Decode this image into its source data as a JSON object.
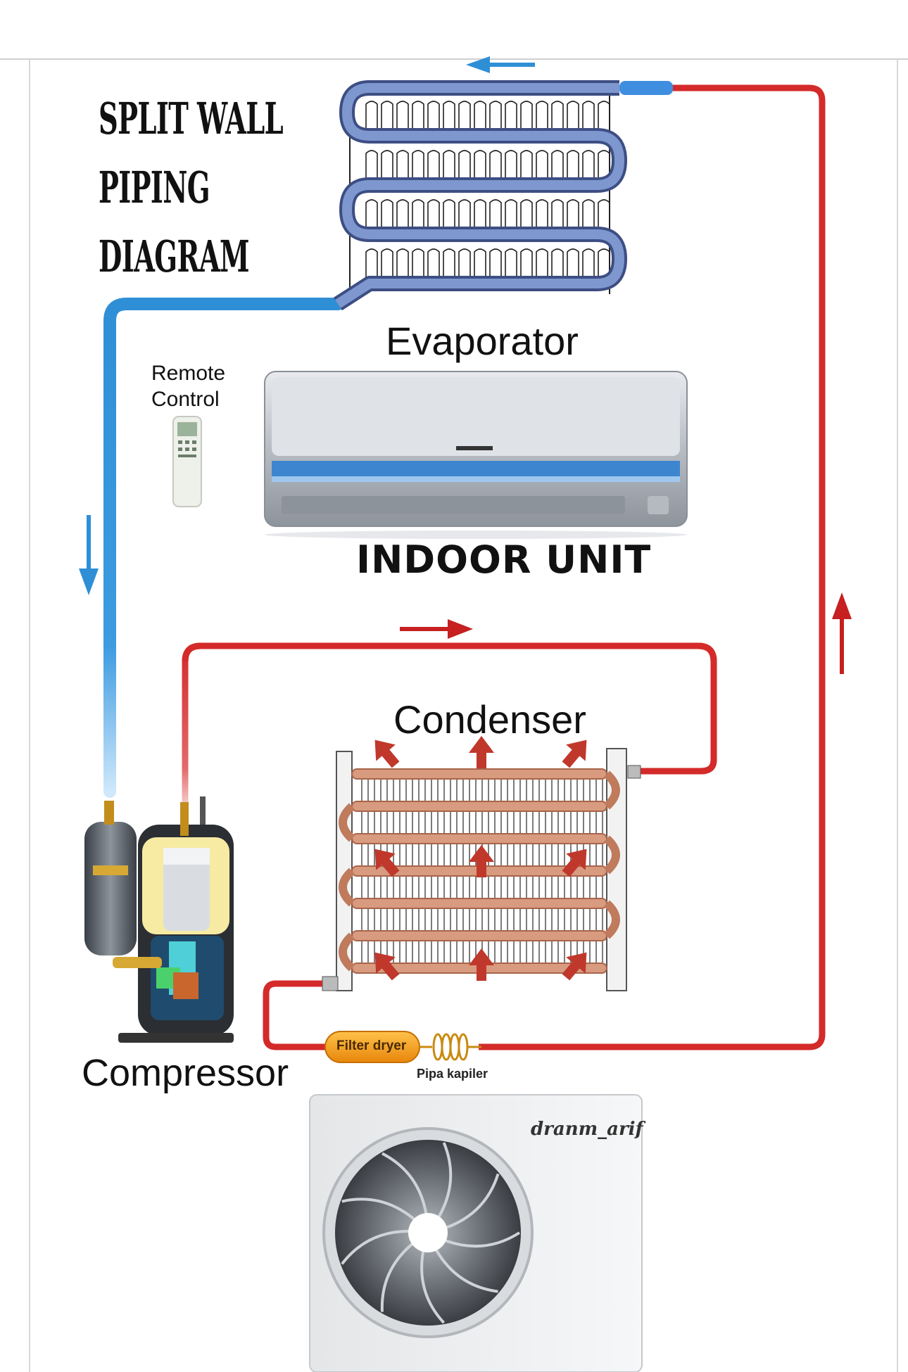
{
  "title": {
    "line1": "SPLIT WALL",
    "line2": "PIPING",
    "line3": "DIAGRAM"
  },
  "labels": {
    "evaporator": "Evaporator",
    "remote_control": "Remote\nControl",
    "indoor_unit": "INDOOR UNIT",
    "condenser": "Condenser",
    "compressor": "Compressor",
    "filter_dryer": "Filter dryer",
    "pipa_kapiler": "Pipa kapiler",
    "brand": "dranm_arif"
  },
  "colors": {
    "suction_line": "#2f8fd6",
    "hot_line": "#d42a2a",
    "evaporator_coil": "#5b76b0",
    "condenser_fin": "#c7846a",
    "flow_arrow_blue": "#2f8fd6",
    "flow_arrow_red": "#c62020"
  },
  "flow_arrows": [
    {
      "name": "evaporator-outlet-arrow",
      "direction": "left",
      "color": "blue"
    },
    {
      "name": "suction-line-arrow",
      "direction": "down",
      "color": "blue"
    },
    {
      "name": "discharge-line-arrow",
      "direction": "right",
      "color": "red"
    },
    {
      "name": "liquid-line-arrow",
      "direction": "up",
      "color": "red"
    }
  ]
}
